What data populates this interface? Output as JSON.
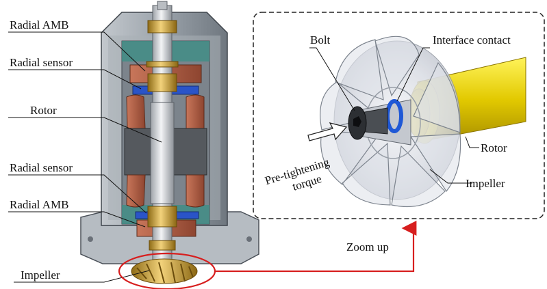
{
  "left_labels": {
    "radial_amb_top": "Radial AMB",
    "radial_sensor_top": "Radial sensor",
    "rotor": "Rotor",
    "radial_sensor_bottom": "Radial sensor",
    "radial_amb_bottom": "Radial AMB",
    "impeller": "Impeller"
  },
  "zoom_labels": {
    "bolt": "Bolt",
    "interface_contact": "Interface contact",
    "pretightening_line1": "Pre-tightening",
    "pretightening_line2": "torque",
    "rotor": "Rotor",
    "impeller": "Impeller"
  },
  "zoom_up": "Zoom up",
  "colors": {
    "housing": "#8f979f",
    "housing_dark": "#5d656e",
    "copper": "#a4583e",
    "gold": "#b98e25",
    "blue": "#2a54c8",
    "shaft": "#c9ccd1",
    "yellow_shaft": "#e9d200",
    "highlight": "#d71e1e"
  }
}
